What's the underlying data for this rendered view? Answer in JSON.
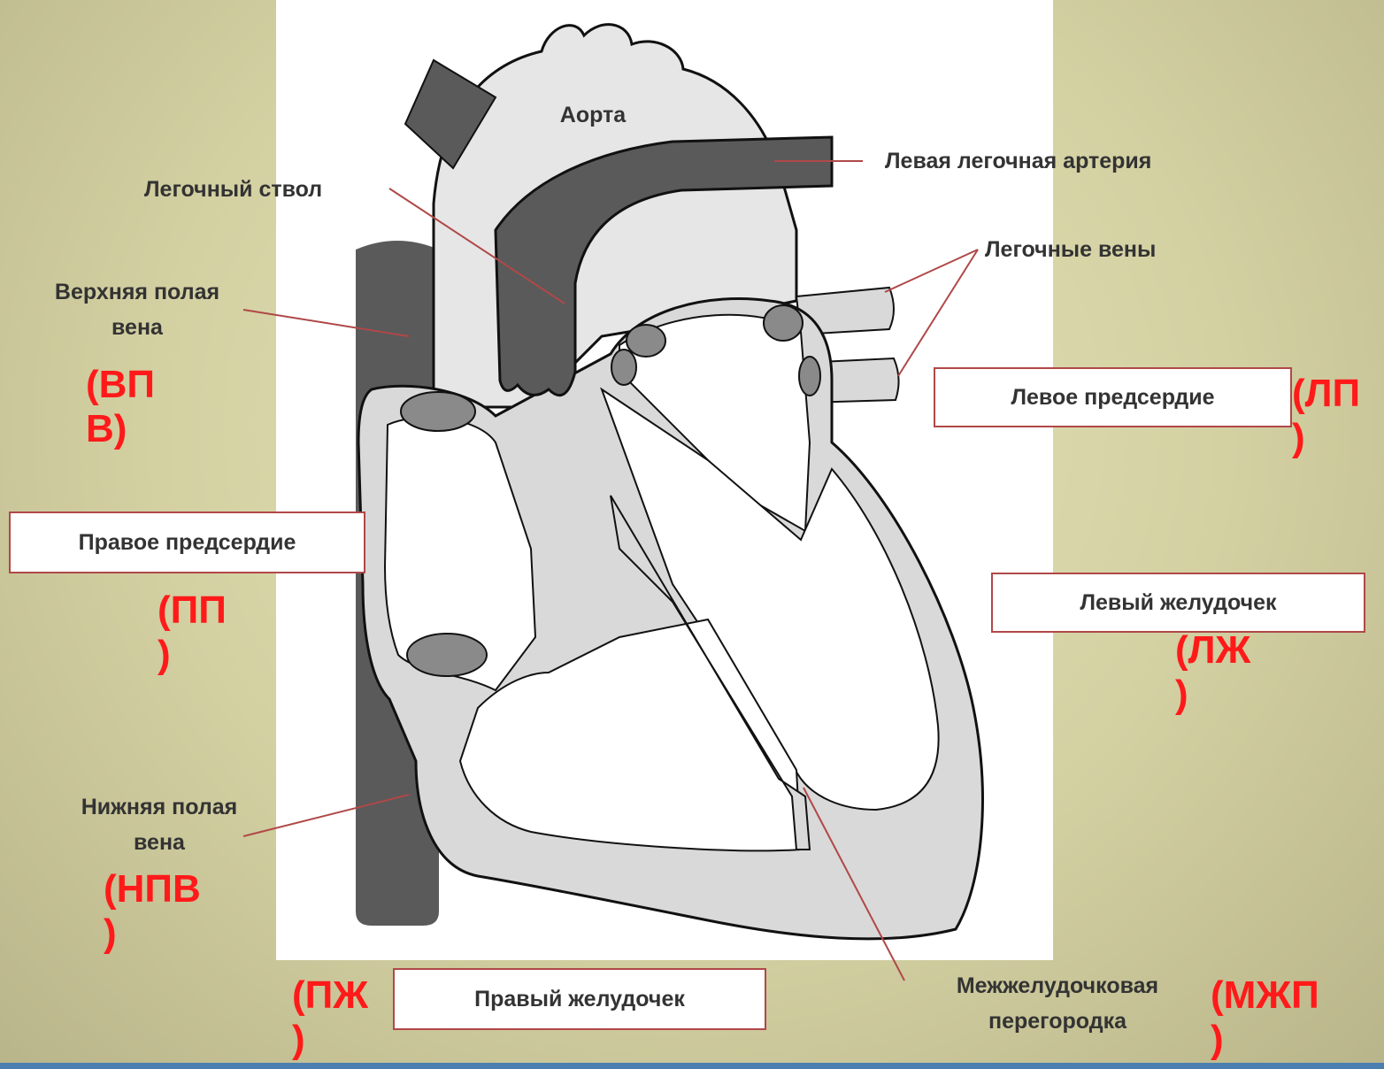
{
  "labels": {
    "aorta": "Аорта",
    "pulmonary_trunk": "Легочный ствол",
    "left_pulmonary_artery": "Левая легочная артерия",
    "pulmonary_veins": "Легочные вены",
    "superior_vena_cava": "Верхняя полая\nвена",
    "inferior_vena_cava": "Нижняя полая\nвена",
    "interventricular_septum": "Межжелудочковая\nперегородка"
  },
  "boxes": {
    "left_atrium": "Левое предсердие",
    "right_atrium": "Правое предсердие",
    "left_ventricle": "Левый желудочек",
    "right_ventricle": "Правый желудочек"
  },
  "abbreviations": {
    "svc": "(ВП\nВ)",
    "la": "(ЛП\n)",
    "ra": "(ПП\n)",
    "lv": "(ЛЖ\n)",
    "ivc": "(НПВ\n)",
    "rv": "(ПЖ\n)",
    "ivs": "(МЖП\n)"
  },
  "colors": {
    "abbreviation": "#ff1a1a",
    "leader_line": "#b04848",
    "vessel_dark": "#5a5a5a",
    "wall_light": "#d9d9d9",
    "background": "#d3d0a2"
  }
}
